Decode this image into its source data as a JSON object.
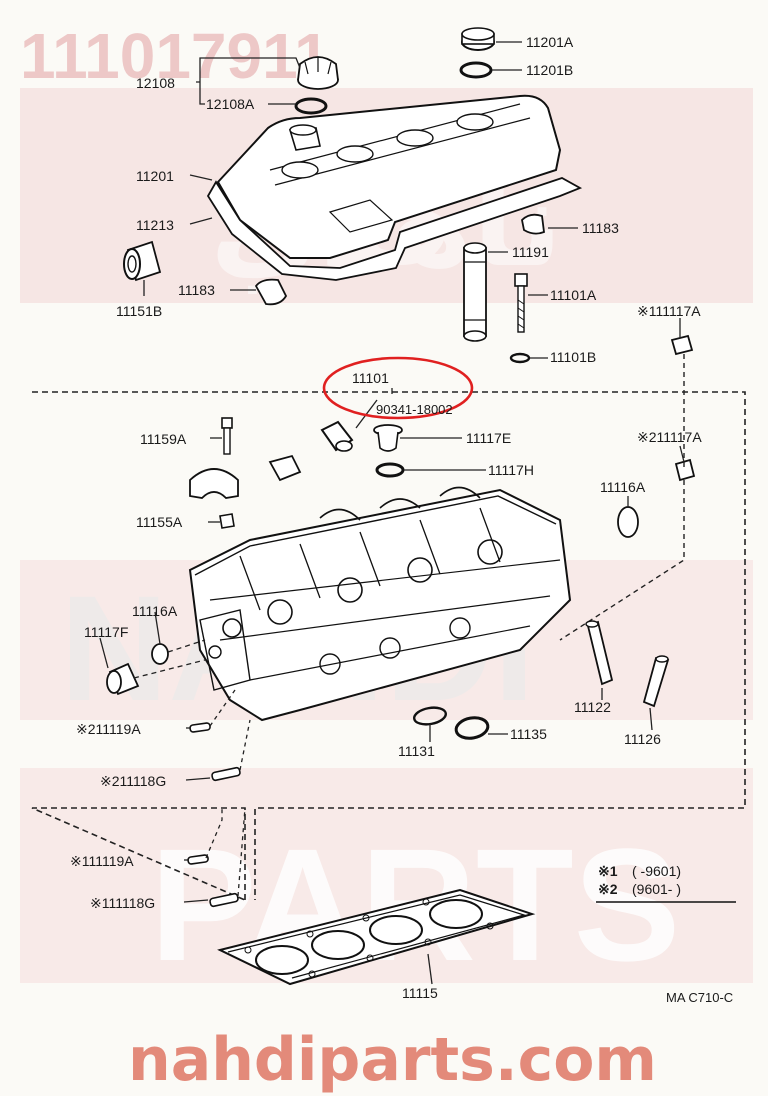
{
  "watermark": {
    "part_number": "111017911",
    "footer_text": "nahdiparts.com",
    "brand_word_1": "NAHDI",
    "brand_word_2": "PARTS",
    "arabic_word": "ناهدي",
    "band_color": "#f3d6d6",
    "footer_color": "#e38a7a"
  },
  "highlight": {
    "color": "#e02020"
  },
  "labels": {
    "p11201A": "11201A",
    "p11201B": "11201B",
    "p12108": "12108",
    "p12108A": "12108A",
    "p11201": "11201",
    "p11213": "11213",
    "p11183_r": "11183",
    "p11191": "11191",
    "p11183_l": "11183",
    "p11101A": "11101A",
    "p11151B": "11151B",
    "p11117A_1": "※111117A",
    "p11101B": "11101B",
    "p11101": "11101",
    "p90341": "90341-18002",
    "p11159A": "11159A",
    "p11117E": "11117E",
    "p11117A_2": "※211117A",
    "p11117H": "11117H",
    "p11116A_r": "11116A",
    "p11155A": "11155A",
    "p11116A_l": "11116A",
    "p11117F": "11117F",
    "p11122": "11122",
    "p11126": "11126",
    "p11119A_2": "※211119A",
    "p11131": "11131",
    "p11135": "11135",
    "p11118G_2": "※211118G",
    "p11119A_1": "※111119A",
    "p11118G_1": "※111118G",
    "p11115": "11115",
    "ref_code": "MA C710-C"
  },
  "legend": {
    "row1_mark": "※1",
    "row1_range": "(      -9601)",
    "row2_mark": "※2",
    "row2_range": "(9601-      )"
  }
}
